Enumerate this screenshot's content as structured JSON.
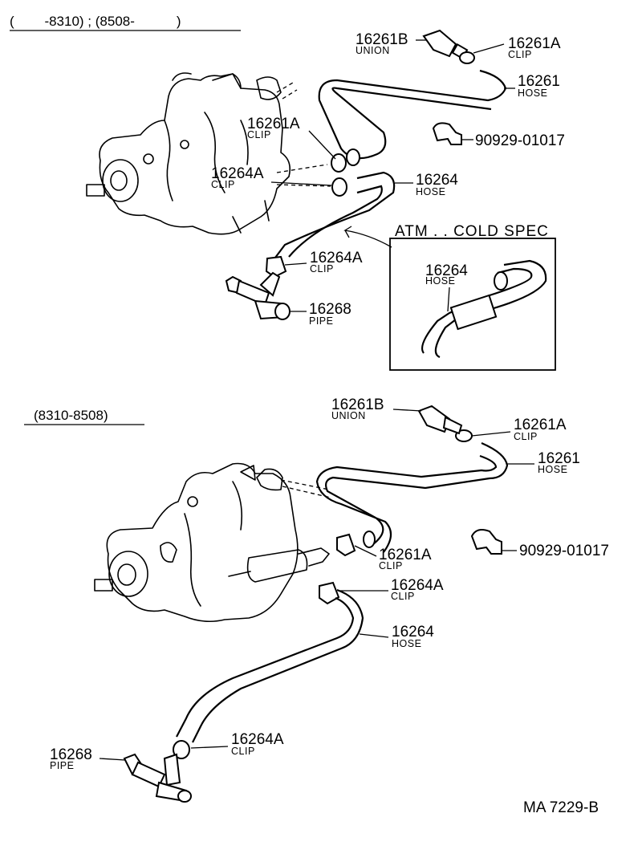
{
  "upper_section": {
    "header": "(        -8310) ; (8508-           )",
    "callouts": [
      {
        "number": "16261B",
        "name": "UNION"
      },
      {
        "number": "16261A",
        "name": "CLIP"
      },
      {
        "number": "16261",
        "name": "HOSE"
      },
      {
        "number": "90929-01017",
        "name": ""
      },
      {
        "number": "16261A",
        "name": "CLIP"
      },
      {
        "number": "16264A",
        "name": "CLIP"
      },
      {
        "number": "16264",
        "name": "HOSE"
      },
      {
        "number": "16264A",
        "name": "CLIP"
      },
      {
        "number": "16268",
        "name": "PIPE"
      }
    ],
    "inset": {
      "title": "ATM . . COLD SPEC",
      "callout": {
        "number": "16264",
        "name": "HOSE"
      }
    }
  },
  "lower_section": {
    "header": "(8310-8508)",
    "callouts": [
      {
        "number": "16261B",
        "name": "UNION"
      },
      {
        "number": "16261A",
        "name": "CLIP"
      },
      {
        "number": "16261",
        "name": "HOSE"
      },
      {
        "number": "90929-01017",
        "name": ""
      },
      {
        "number": "16261A",
        "name": "CLIP"
      },
      {
        "number": "16264A",
        "name": "CLIP"
      },
      {
        "number": "16264",
        "name": "HOSE"
      },
      {
        "number": "16264A",
        "name": "CLIP"
      },
      {
        "number": "16268",
        "name": "PIPE"
      }
    ]
  },
  "figure_code": "MA 7229-B"
}
